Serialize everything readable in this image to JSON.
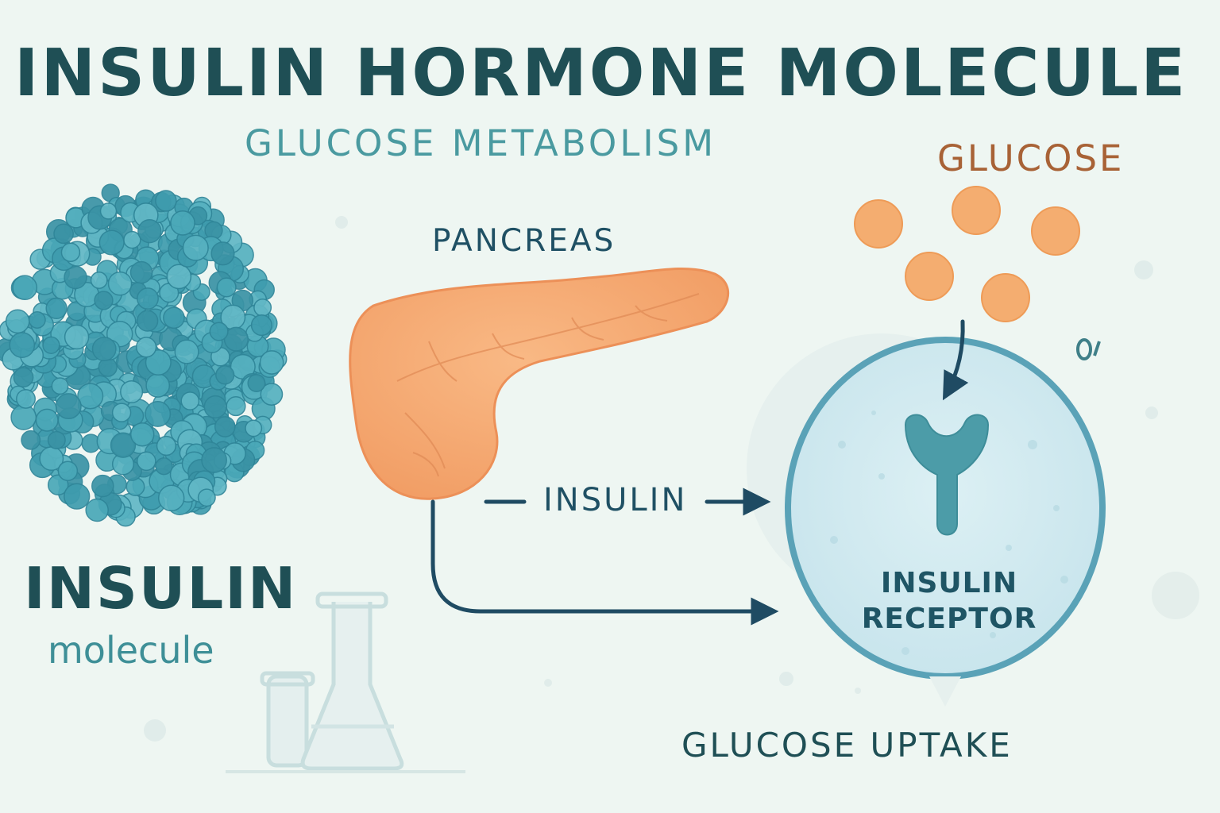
{
  "title": "INSULIN HORMONE MOLECULE",
  "subtitle": "GLUCOSE METABOLISM",
  "labels": {
    "glucose": "GLUCOSE",
    "pancreas": "PANCREAS",
    "insulin_flow": "INSULIN",
    "insulin_big": "INSULIN",
    "molecule_word": "molecule",
    "receptor_line1": "INSULIN",
    "receptor_line2": "RECEPTOR",
    "glucose_uptake": "GLUCOSE UPTAKE"
  },
  "colors": {
    "background": "#eef6f2",
    "title": "#1f4f55",
    "molecule_blue": "#4ea7b7",
    "pancreas_orange": "#f4a46d",
    "glucose_orange": "#f4ad70",
    "arrow_navy": "#1f4b63",
    "cell_fill": "#cfe8ef",
    "cell_border": "#5aa2b7",
    "receptor_teal": "#4c9ca8"
  },
  "icons": [
    "insulin-molecule-icon",
    "pancreas-icon",
    "glucose-molecule-icon",
    "cell-icon",
    "receptor-icon",
    "lab-glassware-icon"
  ]
}
